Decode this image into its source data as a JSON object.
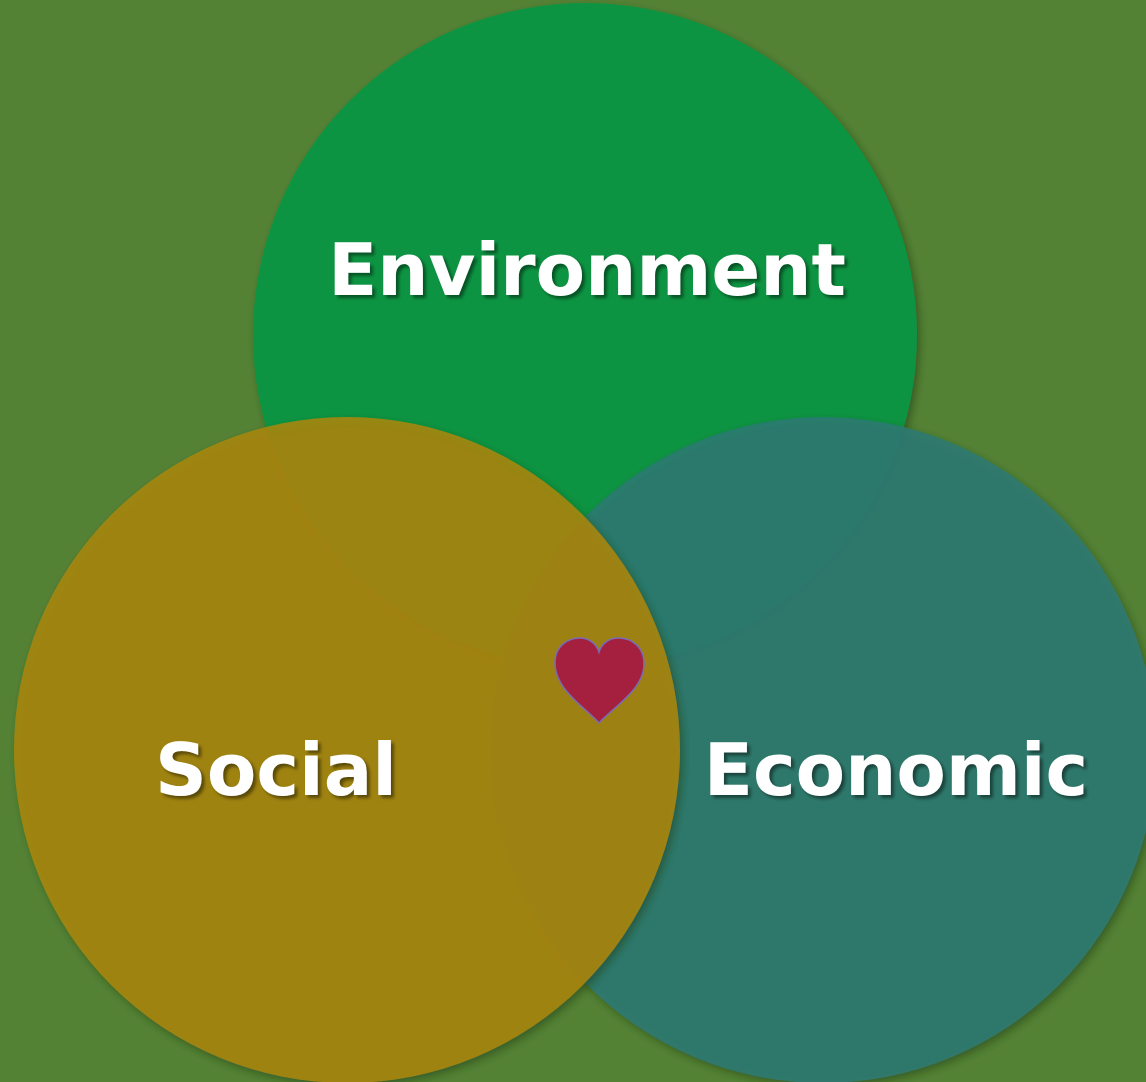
{
  "diagram": {
    "type": "venn",
    "background_color": "#548235",
    "circles": [
      {
        "id": "environment",
        "label": "Environment",
        "color": "#0E9443"
      },
      {
        "id": "social",
        "label": "Social",
        "color": "#A8860A"
      },
      {
        "id": "economic",
        "label": "Economic",
        "color": "#2B7A72"
      }
    ],
    "center_symbol": {
      "icon": "heart-icon",
      "color": "#A5203F"
    }
  }
}
